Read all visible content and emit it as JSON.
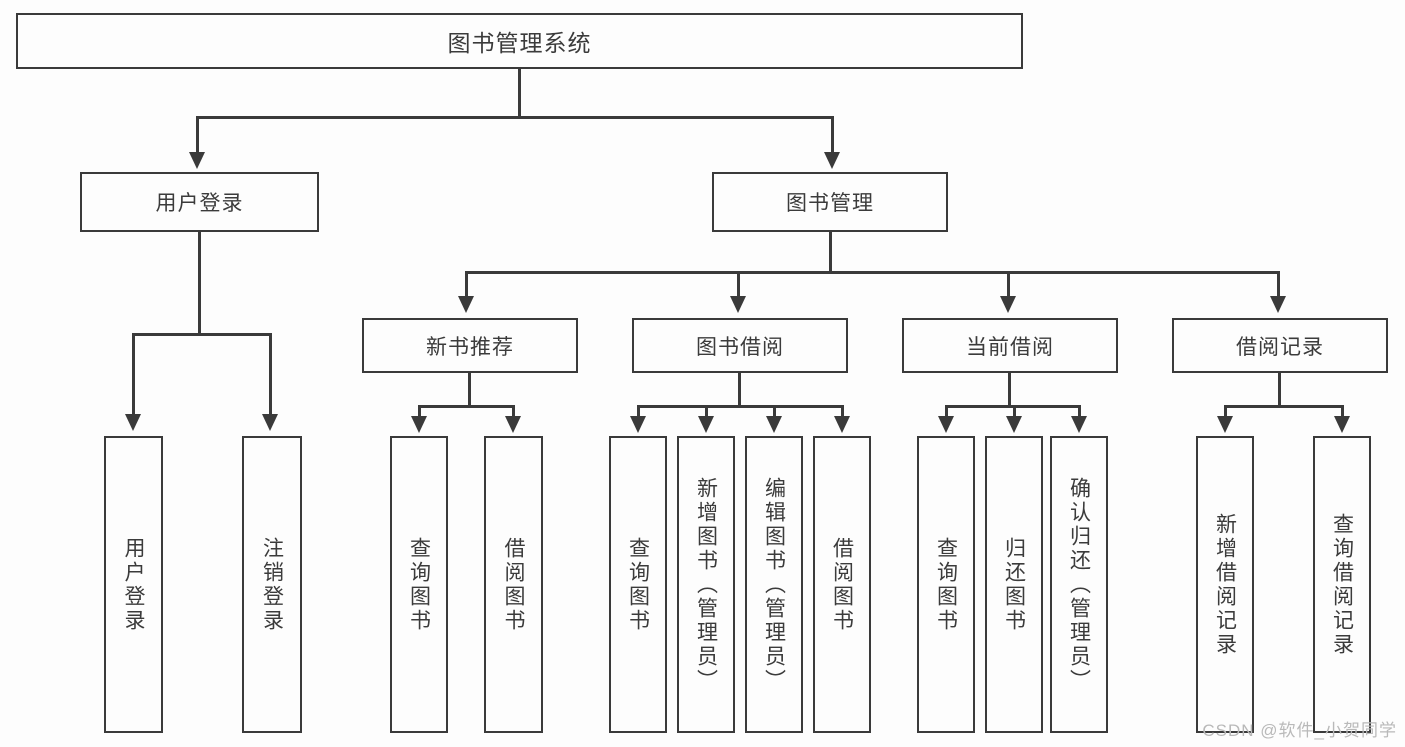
{
  "diagram": {
    "title": "图书管理系统",
    "type": "hierarchy-tree",
    "root": {
      "label": "图书管理系统"
    },
    "level2": [
      {
        "label": "用户登录"
      },
      {
        "label": "图书管理"
      }
    ],
    "level3": [
      {
        "label": "新书推荐"
      },
      {
        "label": "图书借阅"
      },
      {
        "label": "当前借阅"
      },
      {
        "label": "借阅记录"
      }
    ],
    "leaves": {
      "user_login": [
        {
          "label": "用户登录"
        },
        {
          "label": "注销登录"
        }
      ],
      "new_book_recommend": [
        {
          "label": "查询图书"
        },
        {
          "label": "借阅图书"
        }
      ],
      "book_borrow": [
        {
          "label": "查询图书"
        },
        {
          "label": "新增图书（管理员）"
        },
        {
          "label": "编辑图书（管理员）"
        },
        {
          "label": "借阅图书"
        }
      ],
      "current_borrow": [
        {
          "label": "查询图书"
        },
        {
          "label": "归还图书"
        },
        {
          "label": "确认归还（管理员）"
        }
      ],
      "borrow_record": [
        {
          "label": "新增借阅记录"
        },
        {
          "label": "查询借阅记录"
        }
      ]
    }
  },
  "watermark": {
    "text": "CSDN @软件_小贺同学"
  },
  "colors": {
    "border": "#3a3a3a",
    "text": "#3b3b3b",
    "background": "#fdfdfd",
    "watermark": "#b9b9b9"
  }
}
